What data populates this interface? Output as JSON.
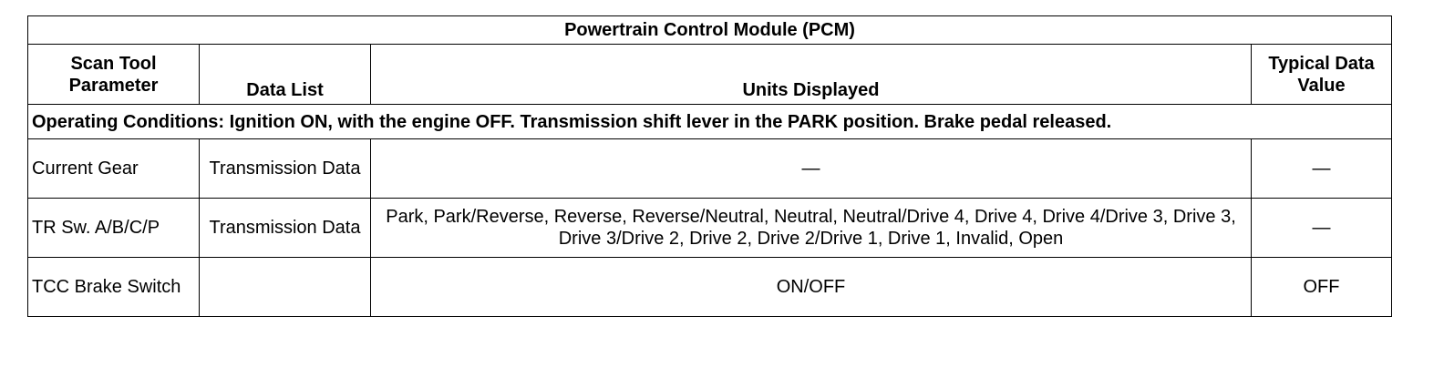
{
  "title": "Powertrain Control Module (PCM)",
  "headers": {
    "scan_tool_parameter": "Scan Tool Parameter",
    "data_list": "Data List",
    "units_displayed": "Units Displayed",
    "typical_data_value": "Typical Data Value"
  },
  "operating_conditions": "Operating Conditions: Ignition ON, with the engine OFF. Transmission shift lever in the PARK position. Brake pedal released.",
  "rows": [
    {
      "parameter": "Current Gear",
      "data_list": "Transmission Data",
      "units": "—",
      "typical": "—"
    },
    {
      "parameter": "TR Sw. A/B/C/P",
      "data_list": "Transmission Data",
      "units": "Park, Park/Reverse, Reverse, Reverse/Neutral, Neutral, Neutral/Drive 4, Drive 4, Drive 4/Drive 3, Drive 3, Drive 3/Drive 2, Drive 2, Drive 2/Drive 1, Drive 1, Invalid, Open",
      "typical": "—"
    },
    {
      "parameter": "TCC Brake Switch",
      "data_list": "",
      "units": "ON/OFF",
      "typical": "OFF"
    }
  ]
}
